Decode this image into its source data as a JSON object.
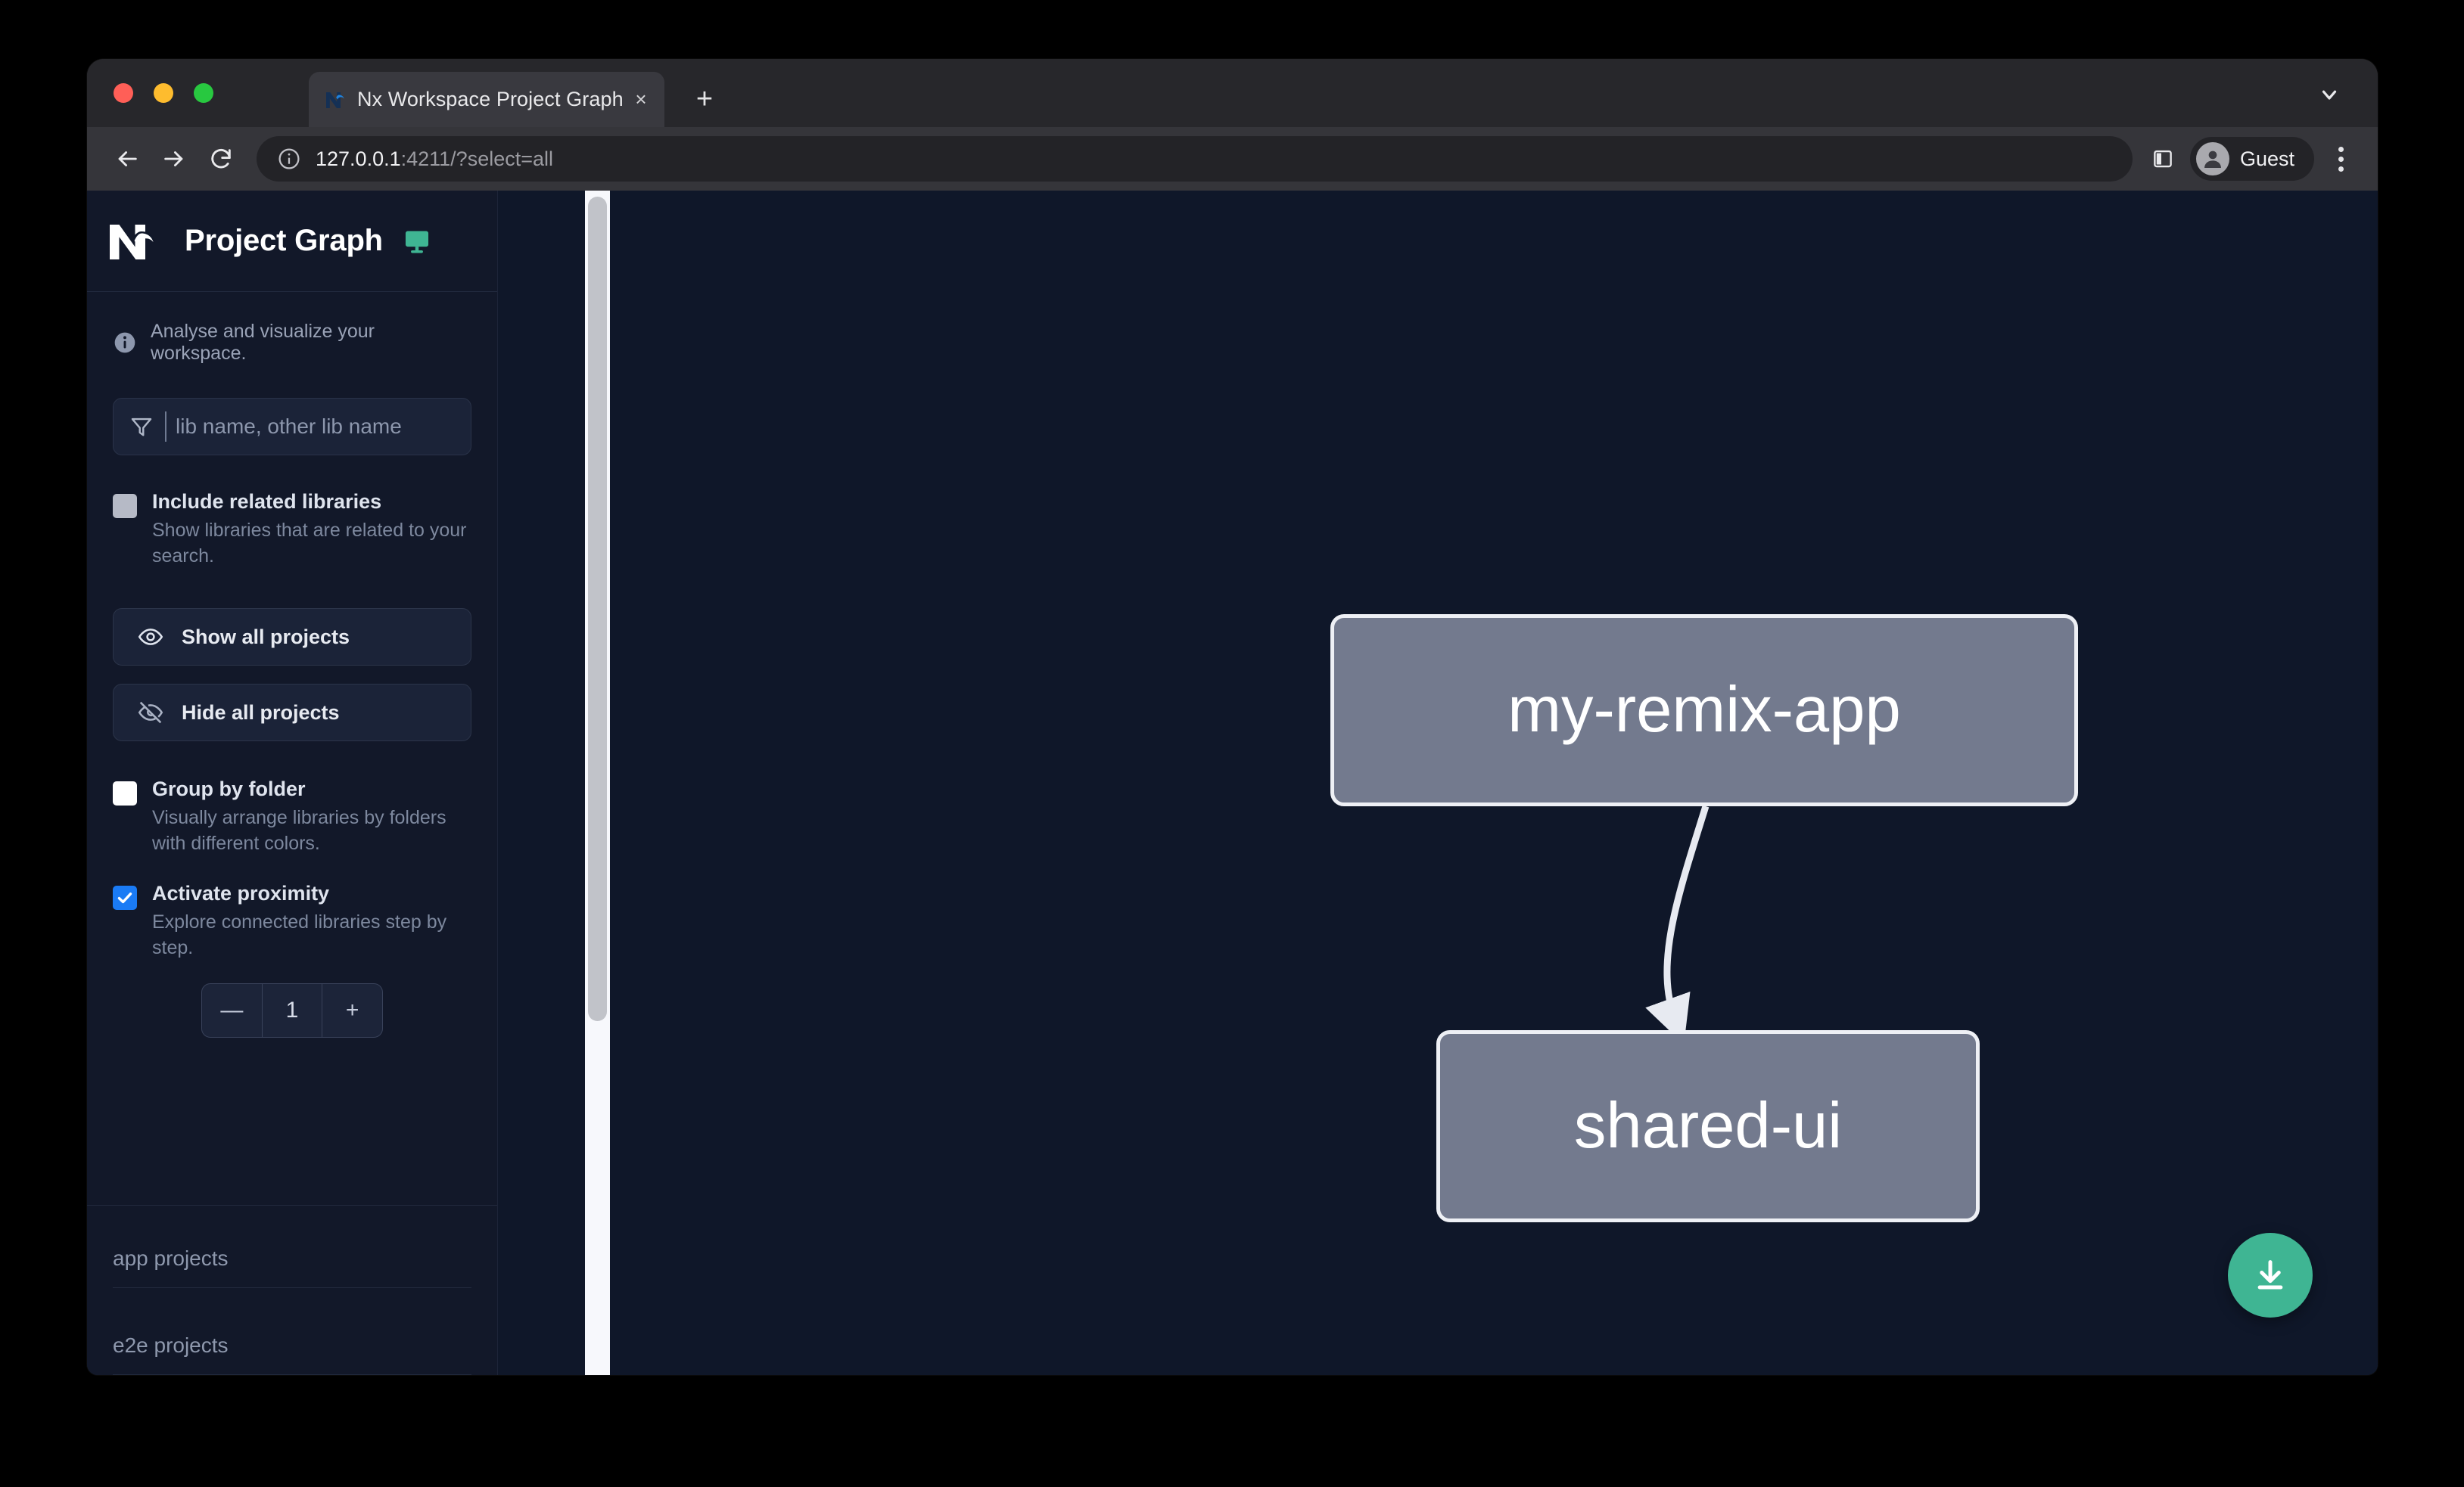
{
  "browser": {
    "tab": {
      "title": "Nx Workspace Project Graph",
      "favicon_icon": "nx-favicon-icon",
      "close_icon": "close-icon",
      "close_glyph": "×"
    },
    "new_tab_glyph": "+",
    "tab_list_icon": "chevron-down-icon",
    "nav": {
      "back_icon": "back-arrow-icon",
      "forward_icon": "forward-arrow-icon",
      "reload_icon": "reload-icon"
    },
    "omnibox": {
      "site_info_icon": "info-circle-icon",
      "url_host": "127.0.0.1",
      "url_rest": ":4211/?select=all"
    },
    "split_view_icon": "split-view-icon",
    "profile": {
      "avatar_icon": "person-avatar-icon",
      "name": "Guest"
    },
    "menu_icon": "kebab-menu-icon"
  },
  "sidebar": {
    "logo_icon": "nx-logo-icon",
    "title": "Project Graph",
    "monitor_icon": "monitor-icon",
    "tagline": {
      "icon": "info-icon",
      "text": "Analyse and visualize your workspace."
    },
    "filter": {
      "icon": "filter-funnel-icon",
      "placeholder": "lib name, other lib name",
      "value": ""
    },
    "options": [
      {
        "name": "include-related-libraries",
        "label": "Include related libraries",
        "description": "Show libraries that are related to your search.",
        "checked": false,
        "style": "grey"
      },
      {
        "name": "group-by-folder",
        "label": "Group by folder",
        "description": "Visually arrange libraries by folders with different colors.",
        "checked": false,
        "style": "white"
      },
      {
        "name": "activate-proximity",
        "label": "Activate proximity",
        "description": "Explore connected libraries step by step.",
        "checked": true,
        "style": "blue"
      }
    ],
    "buttons": [
      {
        "name": "show-all-projects",
        "label": "Show all projects",
        "icon": "eye-icon"
      },
      {
        "name": "hide-all-projects",
        "label": "Hide all projects",
        "icon": "eye-off-icon"
      }
    ],
    "stepper": {
      "decrement_label": "—",
      "value": "1",
      "increment_label": "+"
    },
    "groups": [
      {
        "name": "app-projects",
        "label": "app projects"
      },
      {
        "name": "e2e-projects",
        "label": "e2e projects"
      }
    ]
  },
  "graph": {
    "nodes": [
      {
        "id": "my-remix-app",
        "label": "my-remix-app"
      },
      {
        "id": "shared-ui",
        "label": "shared-ui"
      }
    ],
    "edges": [
      {
        "from": "my-remix-app",
        "to": "shared-ui"
      }
    ],
    "download_button": {
      "name": "download-graph-button",
      "icon": "download-icon"
    }
  },
  "colors": {
    "page_background": "#0f1729",
    "sidebar_background": "#121829",
    "node_fill": "#737a8e",
    "node_border": "#eef0f5",
    "accent_green": "#3fb593",
    "checkbox_checked": "#1a7bf5",
    "monitor_icon": "#3fb593"
  }
}
